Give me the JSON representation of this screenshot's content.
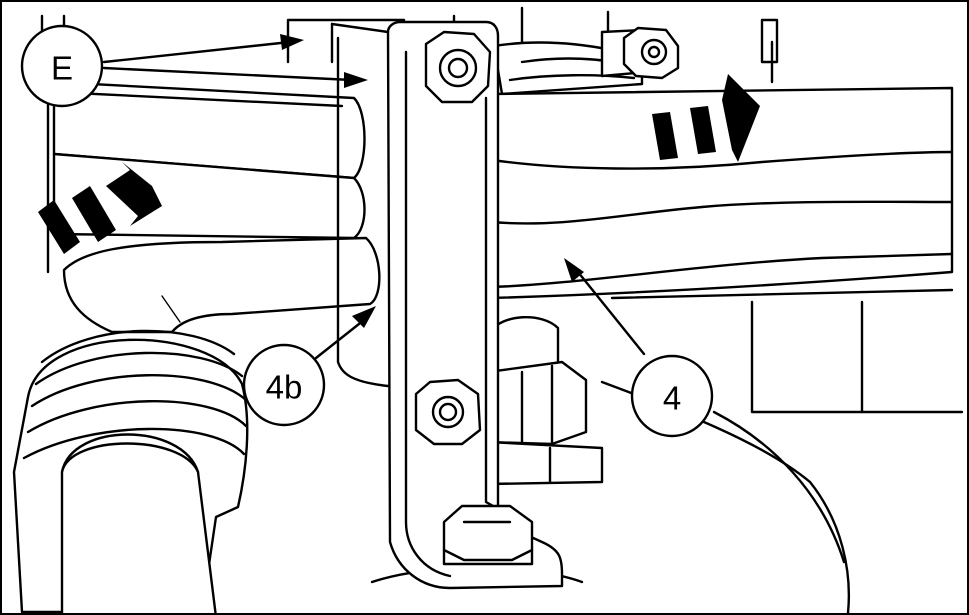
{
  "callouts": {
    "e": "E",
    "fourb": "4b",
    "four": "4"
  },
  "colors": {
    "ink": "#000000",
    "paper": "#ffffff"
  },
  "icons": {
    "flow_direction": "flow-arrow-icon"
  }
}
